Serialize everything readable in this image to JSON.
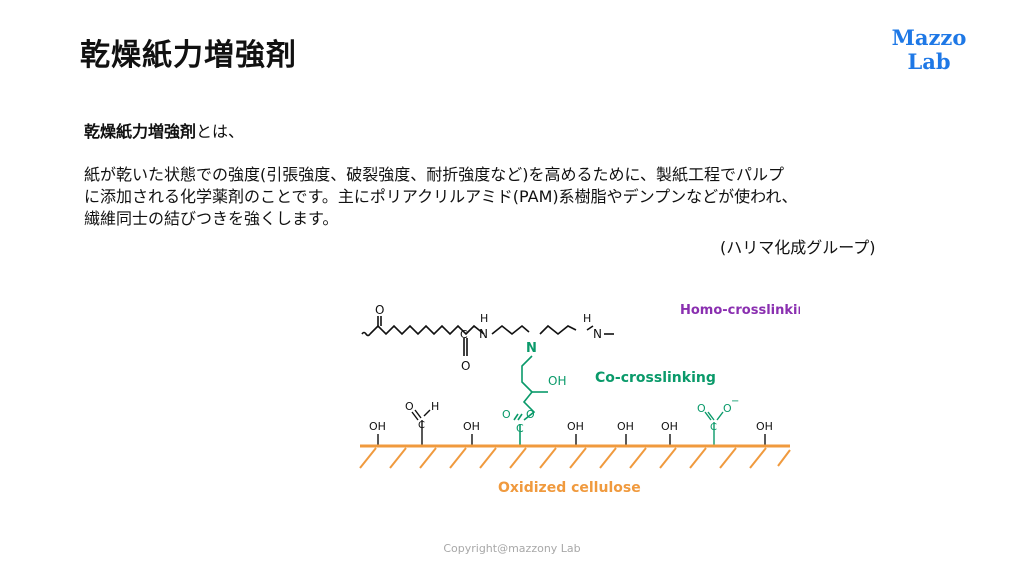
{
  "header": {
    "title": "乾燥紙力増強剤",
    "logo": {
      "line1": "Mazzo",
      "line2": "Lab",
      "color": "#1e78e6"
    }
  },
  "content": {
    "lead_term": "乾燥紙力増強剤",
    "lead_suffix": "とは、",
    "lines": [
      "紙が乾いた状態での強度(引張強度、破裂強度、耐折強度など)を高めるために、製紙工程でパルプ",
      "に添加される化学薬剤のことです。主にポリアクリルアミド(PAM)系樹脂やデンプンなどが使われ、",
      "繊維同士の結びつきを強くします。"
    ],
    "source": "(ハリマ化成グループ)"
  },
  "figure": {
    "homo_label": "Homo-crosslinkin",
    "co_label": "Co-crosslinking",
    "cellulose_label": "Oxidized cellulose",
    "colors": {
      "polymer": "#111111",
      "linker": "#0a9a6a",
      "surface": "#f09a3e",
      "homo": "#8a2fb0"
    },
    "atoms": {
      "O": "O",
      "H": "H",
      "N": "N",
      "C": "C",
      "OH": "OH",
      "minus": "−"
    }
  },
  "footer": {
    "copyright": "Copyright@mazzony Lab"
  }
}
